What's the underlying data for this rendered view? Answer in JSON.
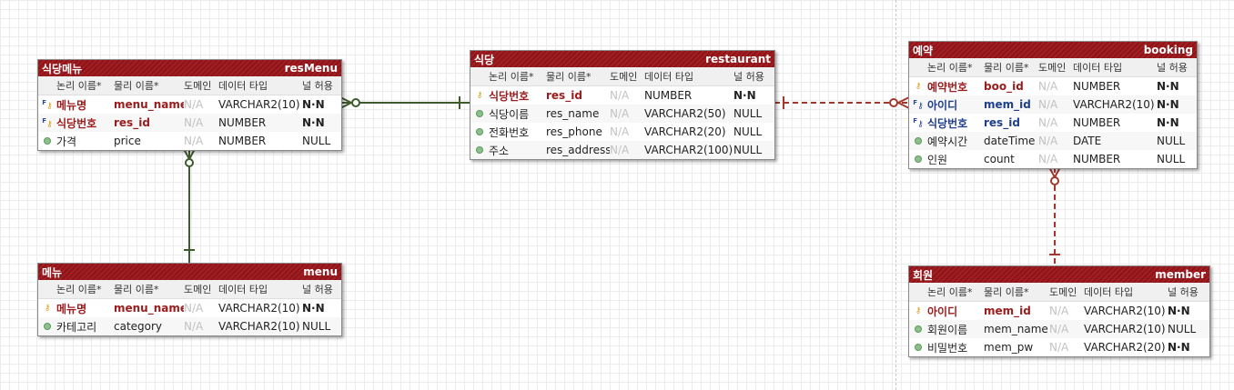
{
  "column_headers": {
    "logical": "논리 이름*",
    "physical": "물리 이름*",
    "domain": "도메인",
    "datatype": "데이터 타입",
    "nullable": "널 허용"
  },
  "entities": {
    "resmenu": {
      "logical_name": "식당메뉴",
      "physical_name": "resMenu",
      "rows": [
        {
          "kind": "pfk",
          "logical": "메뉴명",
          "physical": "menu_name",
          "domain": "N/A",
          "type": "VARCHAR2(10)",
          "null": "N·N"
        },
        {
          "kind": "pfk",
          "logical": "식당번호",
          "physical": "res_id",
          "domain": "N/A",
          "type": "NUMBER",
          "null": "N·N"
        },
        {
          "kind": "attr",
          "logical": "가격",
          "physical": "price",
          "domain": "N/A",
          "type": "NUMBER",
          "null": "NULL"
        }
      ]
    },
    "restaurant": {
      "logical_name": "식당",
      "physical_name": "restaurant",
      "rows": [
        {
          "kind": "pk",
          "logical": "식당번호",
          "physical": "res_id",
          "domain": "N/A",
          "type": "NUMBER",
          "null": "N·N"
        },
        {
          "kind": "attr",
          "logical": "식당이름",
          "physical": "res_name",
          "domain": "N/A",
          "type": "VARCHAR2(50)",
          "null": "NULL"
        },
        {
          "kind": "attr",
          "logical": "전화번호",
          "physical": "res_phone",
          "domain": "N/A",
          "type": "VARCHAR2(20)",
          "null": "NULL"
        },
        {
          "kind": "attr",
          "logical": "주소",
          "physical": "res_address",
          "domain": "N/A",
          "type": "VARCHAR2(100)",
          "null": "NULL"
        }
      ]
    },
    "booking": {
      "logical_name": "예약",
      "physical_name": "booking",
      "rows": [
        {
          "kind": "pk",
          "logical": "예약번호",
          "physical": "boo_id",
          "domain": "N/A",
          "type": "NUMBER",
          "null": "N·N"
        },
        {
          "kind": "fk",
          "logical": "아이디",
          "physical": "mem_id",
          "domain": "N/A",
          "type": "VARCHAR2(10)",
          "null": "N·N"
        },
        {
          "kind": "fk",
          "logical": "식당번호",
          "physical": "res_id",
          "domain": "N/A",
          "type": "NUMBER",
          "null": "N·N"
        },
        {
          "kind": "attr",
          "logical": "예약시간",
          "physical": "dateTime",
          "domain": "N/A",
          "type": "DATE",
          "null": "NULL"
        },
        {
          "kind": "attr",
          "logical": "인원",
          "physical": "count",
          "domain": "N/A",
          "type": "NUMBER",
          "null": "NULL"
        }
      ]
    },
    "menu": {
      "logical_name": "메뉴",
      "physical_name": "menu",
      "rows": [
        {
          "kind": "pk",
          "logical": "메뉴명",
          "physical": "menu_name",
          "domain": "N/A",
          "type": "VARCHAR2(10)",
          "null": "N·N"
        },
        {
          "kind": "attr",
          "logical": "카테고리",
          "physical": "category",
          "domain": "N/A",
          "type": "VARCHAR2(10)",
          "null": "NULL"
        }
      ]
    },
    "member": {
      "logical_name": "회원",
      "physical_name": "member",
      "rows": [
        {
          "kind": "pk",
          "logical": "아이디",
          "physical": "mem_id",
          "domain": "N/A",
          "type": "VARCHAR2(10)",
          "null": "N·N"
        },
        {
          "kind": "attr",
          "logical": "회원이름",
          "physical": "mem_name",
          "domain": "N/A",
          "type": "VARCHAR2(10)",
          "null": "NULL"
        },
        {
          "kind": "attr",
          "logical": "비밀번호",
          "physical": "mem_pw",
          "domain": "N/A",
          "type": "VARCHAR2(20)",
          "null": "N·N"
        }
      ]
    }
  },
  "colors": {
    "header": "#9b1b20",
    "primary_key_text": "#9a1c1c",
    "foreign_key_text": "#1f3f8c",
    "identifying_link": "#3e5a2e",
    "non_identifying_link": "#a0382e"
  }
}
